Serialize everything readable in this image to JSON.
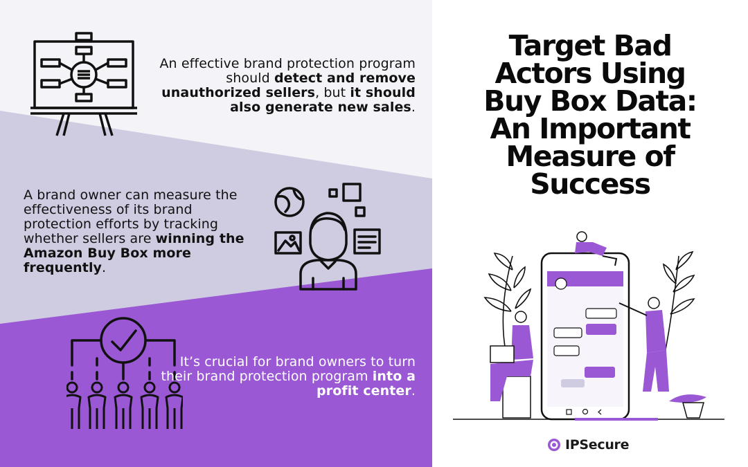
{
  "colors": {
    "top_band": "#f4f4f8",
    "middle_band": "#cfcbe0",
    "bottom_band": "#9a58d4",
    "accent": "#9a58d4",
    "ink": "#111111"
  },
  "blocks": [
    {
      "icon": "presentation-board-icon",
      "segments": [
        {
          "text": "An effective brand protection program should ",
          "bold": false
        },
        {
          "text": "detect and remove unauthorized sellers",
          "bold": true
        },
        {
          "text": ", but ",
          "bold": false
        },
        {
          "text": "it should also generate new sales",
          "bold": true
        },
        {
          "text": ".",
          "bold": false
        }
      ]
    },
    {
      "icon": "person-with-media-icon",
      "segments": [
        {
          "text": "A brand owner can measure the effectiveness of its brand protection efforts by tracking whether sellers are ",
          "bold": false
        },
        {
          "text": "winning the Amazon Buy Box more frequently",
          "bold": true
        },
        {
          "text": ".",
          "bold": false
        }
      ]
    },
    {
      "icon": "team-approval-icon",
      "segments": [
        {
          "text": "It’s crucial for brand owners to turn their brand protection program ",
          "bold": false
        },
        {
          "text": "into a profit center",
          "bold": true
        },
        {
          "text": ".",
          "bold": false
        }
      ]
    }
  ],
  "title_lines": [
    "Target Bad",
    "Actors Using",
    "Buy Box Data:",
    "An Important",
    "Measure of",
    "Success"
  ],
  "logo": {
    "icon": "ipsecure-logo-icon",
    "text": "IPSecure"
  }
}
